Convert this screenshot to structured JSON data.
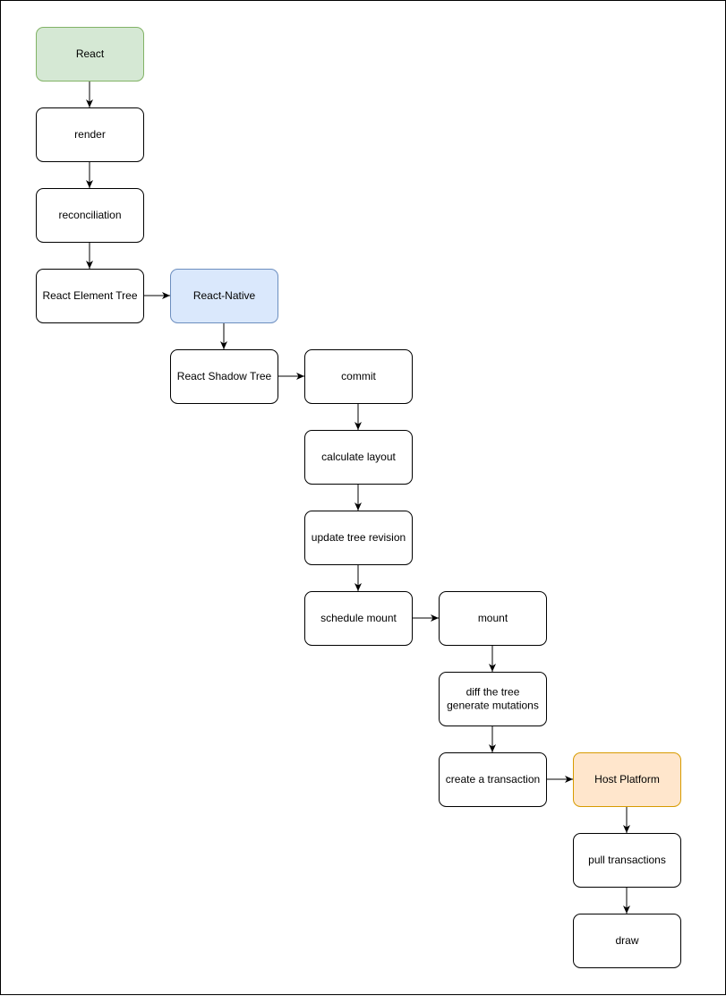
{
  "colors": {
    "default_fill": "#ffffff",
    "default_stroke": "#000000",
    "react_fill": "#d5e8d4",
    "react_stroke": "#82b366",
    "react_native_fill": "#dae8fc",
    "react_native_stroke": "#6c8ebf",
    "host_platform_fill": "#ffe6cc",
    "host_platform_stroke": "#d79b00"
  },
  "nodes": [
    {
      "id": "react",
      "lines": [
        "React"
      ],
      "theme": "react"
    },
    {
      "id": "render",
      "lines": [
        "render"
      ],
      "theme": "default"
    },
    {
      "id": "reconciliation",
      "lines": [
        "reconciliation"
      ],
      "theme": "default"
    },
    {
      "id": "react-element-tree",
      "lines": [
        "React Element Tree"
      ],
      "theme": "default"
    },
    {
      "id": "react-native",
      "lines": [
        "React-Native"
      ],
      "theme": "react_native"
    },
    {
      "id": "react-shadow-tree",
      "lines": [
        "React Shadow Tree"
      ],
      "theme": "default"
    },
    {
      "id": "commit",
      "lines": [
        "commit"
      ],
      "theme": "default"
    },
    {
      "id": "calculate-layout",
      "lines": [
        "calculate layout"
      ],
      "theme": "default"
    },
    {
      "id": "update-tree-revision",
      "lines": [
        "update tree revision"
      ],
      "theme": "default"
    },
    {
      "id": "schedule-mount",
      "lines": [
        "schedule mount"
      ],
      "theme": "default"
    },
    {
      "id": "mount",
      "lines": [
        "mount"
      ],
      "theme": "default"
    },
    {
      "id": "diff-the-tree",
      "lines": [
        "diff the tree",
        "generate mutations"
      ],
      "theme": "default"
    },
    {
      "id": "create-a-transaction",
      "lines": [
        "create a transaction"
      ],
      "theme": "default"
    },
    {
      "id": "host-platform",
      "lines": [
        "Host Platform"
      ],
      "theme": "host_platform"
    },
    {
      "id": "pull-transactions",
      "lines": [
        "pull transactions"
      ],
      "theme": "default"
    },
    {
      "id": "draw",
      "lines": [
        "draw"
      ],
      "theme": "default"
    }
  ],
  "edges": [
    {
      "from": "react",
      "to": "render"
    },
    {
      "from": "render",
      "to": "reconciliation"
    },
    {
      "from": "reconciliation",
      "to": "react-element-tree"
    },
    {
      "from": "react-element-tree",
      "to": "react-native"
    },
    {
      "from": "react-native",
      "to": "react-shadow-tree"
    },
    {
      "from": "react-shadow-tree",
      "to": "commit"
    },
    {
      "from": "commit",
      "to": "calculate-layout"
    },
    {
      "from": "calculate-layout",
      "to": "update-tree-revision"
    },
    {
      "from": "update-tree-revision",
      "to": "schedule-mount"
    },
    {
      "from": "schedule-mount",
      "to": "mount"
    },
    {
      "from": "mount",
      "to": "diff-the-tree"
    },
    {
      "from": "diff-the-tree",
      "to": "create-a-transaction"
    },
    {
      "from": "create-a-transaction",
      "to": "host-platform"
    },
    {
      "from": "host-platform",
      "to": "pull-transactions"
    },
    {
      "from": "pull-transactions",
      "to": "draw"
    }
  ]
}
